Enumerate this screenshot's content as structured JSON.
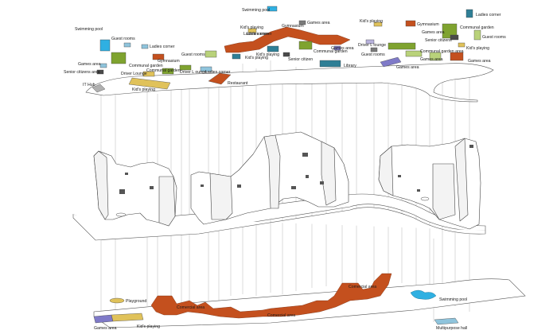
{
  "colors": {
    "orange": "#c4501e",
    "green": "#7fa32f",
    "lightgreen": "#b9d27a",
    "teal": "#2f7f96",
    "lightblue": "#8fc4dc",
    "cyan": "#2fb0e2",
    "yellow": "#e0c25a",
    "violet": "#7f7ac8",
    "lavender": "#b8b2dc",
    "grey": "#7a7a7a",
    "darkgrey": "#4a4a4a"
  },
  "top_labels": {
    "swimming_pool_top": "Swimming pool",
    "games_area_1": "Games area",
    "gymnasium_1": "Gymnasium",
    "kids_playing_1": "Kid's playing",
    "ladies_corner_1": "Ladies corner",
    "swimming_pool_left": "Swimming pool",
    "guest_rooms_1": "Guest rooms",
    "ladies_corner_2": "Ladies corner",
    "communal_garden_1": "Communal garden",
    "gymnasium_2": "Gymnasium",
    "guest_rooms_2": "Guest rooms",
    "games_area_2": "Games area",
    "senior_citizens_1": "Senior citizens area",
    "driver_lounge_1": "Driver Lounge",
    "communal_garden_2": "Communal garden",
    "driver_lounge_2": "Driver L ounge",
    "ladies_corner_3": "Ladies corner",
    "restaurant": "Restaurant",
    "kids_playing_2": "Kid's playing",
    "it_hub": "IT Hub",
    "kids_playing_3": "Kid's playing",
    "ladies_corner_4": "Ladies corner",
    "gymnasium_3": "Gymnasium",
    "communal_garden_3": "Communal garden",
    "senior_citizens_2": "Senior citizens",
    "games_area_3": "Games area",
    "communal_garden_4": "Communal garden",
    "kids_playing_4": "Kid's playing",
    "driver_lounge_3": "Driver L lounge",
    "guest_rooms_3": "Guest rooms",
    "kids_playing_5": "Kid's playing",
    "games_area_4": "Games area",
    "library": "Library",
    "guest_rooms_4": "Guest rooms",
    "communal_garden_5": "Communal garden area",
    "games_area_5": "Games area",
    "games_area_6": "Games area",
    "games_area_7": "Games area",
    "guest_rooms_5": "Guest rooms",
    "senior_citizen_3": "Senior citizen",
    "kids_playing_6": "Kid's playing",
    "ladies_corner_5": "Ladies corner",
    "communal_garden_6": "Communal garden",
    "games_area_8": "Games area"
  },
  "bottom_labels": {
    "playground": "Playground",
    "comercial_area_1": "Comercial area",
    "comercial_area_2": "Comercial area",
    "comercial_area_3": "Comercial area",
    "swimming_pool": "Swimming pool",
    "games_area": "Games area",
    "kids_playing": "Kid's playing",
    "multipurpose_hall": "Multipurpose hall"
  }
}
